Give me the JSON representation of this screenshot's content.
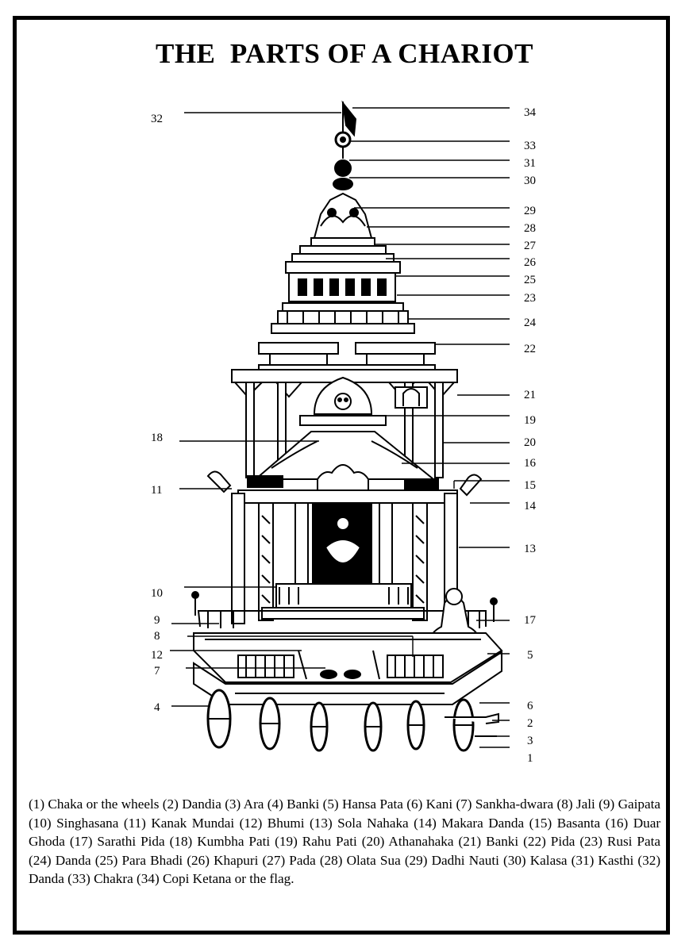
{
  "page": {
    "title": "THE  PARTS OF A CHARIOT"
  },
  "callouts": [
    "32",
    "34",
    "33",
    "31",
    "30",
    "29",
    "28",
    "27",
    "26",
    "25",
    "23",
    "24",
    "22",
    "21",
    "19",
    "18",
    "20",
    "16",
    "11",
    "15",
    "14",
    "13",
    "10",
    "17",
    "9",
    "8",
    "12",
    "7",
    "5",
    "4",
    "6",
    "2",
    "3",
    "1"
  ],
  "legend": [
    "(1) Chaka or the wheels",
    "(2) Dandia",
    "(3) Ara",
    "(4) Banki",
    "(5) Hansa Pata",
    "(6) Kani",
    "(7) Sankha-dwara",
    "(8) Jali",
    "(9) Gaipata",
    "(10) Singhasana",
    "(11) Kanak Mundai",
    "(12) Bhumi",
    "(13) Sola Nahaka",
    "(14) Makara Danda",
    "(15) Basanta",
    "(16) Duar Ghoda",
    "(17) Sarathi Pida",
    "(18) Kumbha Pati",
    "(19) Rahu Pati",
    "(20) Athanahaka",
    "(21) Banki",
    "(22) Pida",
    "(23) Rusi Pata",
    "(24) Danda",
    "(25) Para Bhadi",
    "(26) Khapuri",
    "(27) Pada",
    "(28) Olata Sua",
    "(29) Dadhi Nauti",
    "(30) Kalasa",
    "(31) Kasthi",
    "(32) Danda",
    "(33) Chakra",
    "(34) Copi Ketana or the flag."
  ]
}
